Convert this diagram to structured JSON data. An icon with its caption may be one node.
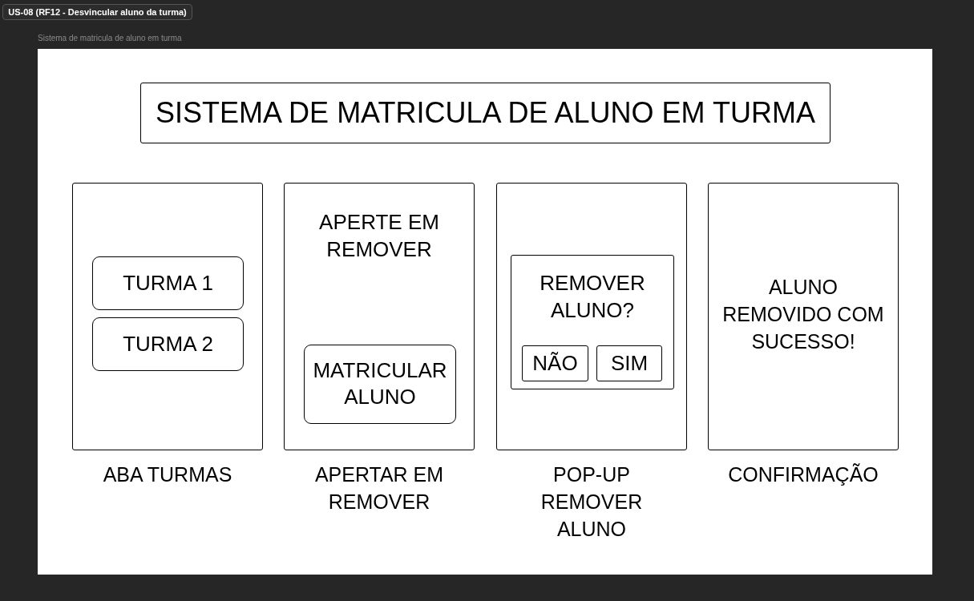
{
  "diagram": {
    "nodes": [
      {
        "text": [
          "US-08 (RF12 - Desvincular aluno da turma)"
        ]
      },
      {
        "text": [
          "Sistema de matricula de aluno em turma"
        ]
      },
      {
        "text": [
          "SISTEMA DE MATRICULA DE ALUNO EM TURMA"
        ],
        "in": 1
      },
      {
        "text": [],
        "shape": "box",
        "beside": [
          "ABA TURMAS"
        ],
        "in": 1
      },
      {
        "text": [
          "TURMA 1"
        ],
        "in": 3
      },
      {
        "text": [
          "TURMA 2"
        ],
        "in": 3
      },
      {
        "text": [
          "APERTE EM REMOVER"
        ],
        "beside": [
          "APERTAR EM REMOVER"
        ],
        "in": 1
      },
      {
        "text": [
          "MATRICULAR ALUNO"
        ],
        "in": 6
      },
      {
        "text": [],
        "shape": "box",
        "beside": [
          "POP-UP REMOVER ALUNO"
        ],
        "in": 1
      },
      {
        "text": [
          "REMOVER ALUNO?"
        ],
        "in": 8
      },
      {
        "text": [
          "NÃO"
        ],
        "in": 9
      },
      {
        "text": [
          "SIM"
        ],
        "in": 9
      },
      {
        "text": [
          "ALUNO REMOVIDO COM SUCESSO!"
        ],
        "beside": [
          "CONFIRMAÇÃO"
        ],
        "in": 1
      }
    ]
  }
}
